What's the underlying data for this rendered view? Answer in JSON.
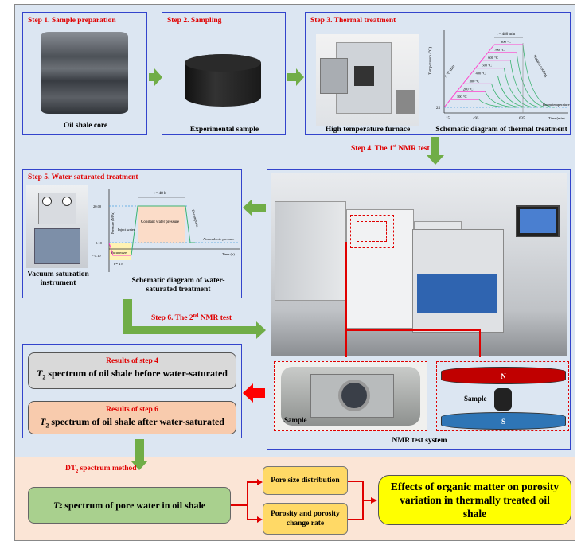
{
  "step1": {
    "title": "Step 1. Sample preparation",
    "caption": "Oil shale core"
  },
  "step2": {
    "title": "Step 2. Sampling",
    "caption": "Experimental sample"
  },
  "step3": {
    "title": "Step 3. Thermal treatment",
    "furnace_caption": "High temperature furnace",
    "diagram_caption": "Schematic diagram of thermal treatment",
    "diagram": {
      "ylabel": "Temperature (°C)",
      "xlabel": "Time (min)",
      "duration": "t = 480 min",
      "rate": "5 °C/min",
      "cooling": "Natural cooling",
      "room": "Room temperature",
      "xticks": [
        "15",
        "495",
        "635"
      ],
      "yticks": [
        "25"
      ],
      "levels": [
        "100 °C",
        "200 °C",
        "300 °C",
        "400 °C",
        "500 °C",
        "600 °C",
        "700 °C",
        "800 °C"
      ]
    }
  },
  "step4": {
    "label": "Step 4. The 1",
    "sup": "st",
    "label_end": " NMR test"
  },
  "step5": {
    "title": "Step 5. Water-saturated treatment",
    "instrument_caption": "Vacuum saturation instrument",
    "diagram_caption": "Schematic diagram of water-saturated treatment",
    "diagram": {
      "ylabel": "Pressure (MPa)",
      "xlabel": "Time (h)",
      "yticks": [
        "20.00",
        "0.10",
        "- 0.10"
      ],
      "duration": "t = 48 h",
      "vac_duration": "t = 4 h",
      "constant": "Constant water pressure",
      "inject": "Inject water",
      "vacuumize": "Vacuumize",
      "decompress": "Decompress",
      "atmospheric": "Atmospheric pressure"
    }
  },
  "step6": {
    "label": "Step 6. The 2",
    "sup": "nd",
    "label_end": " NMR test"
  },
  "nmr": {
    "caption": "NMR test system",
    "sample_label": "Sample",
    "sample_label2": "Sample",
    "north": "N",
    "south": "S"
  },
  "results": [
    {
      "title": "Results of step 4",
      "text": "spectrum of oil shale before water-saturated"
    },
    {
      "title": "Results of step 6",
      "text": "spectrum of oil shale after water-saturated"
    }
  ],
  "t2": "T",
  "t2_sub": "2",
  "method": {
    "label": "DT",
    "sub": "2",
    "label_end": " spectrum method"
  },
  "pore_water": "spectrum of pore water in oil shale",
  "outputs": [
    "Pore size distribution",
    "Porosity and porosity change rate"
  ],
  "conclusion": "Effects of organic matter on porosity variation in thermally treated oil shale",
  "colors": {
    "box_border": "#3344cc",
    "step_red": "#e00000",
    "arrow_green": "#70ad47",
    "top_bg": "#dce6f2",
    "bottom_bg": "#fbe5d6",
    "yellow": "#ffd966",
    "yellow_bright": "#ffff00",
    "north": "#c00000",
    "south": "#2e75b6"
  }
}
